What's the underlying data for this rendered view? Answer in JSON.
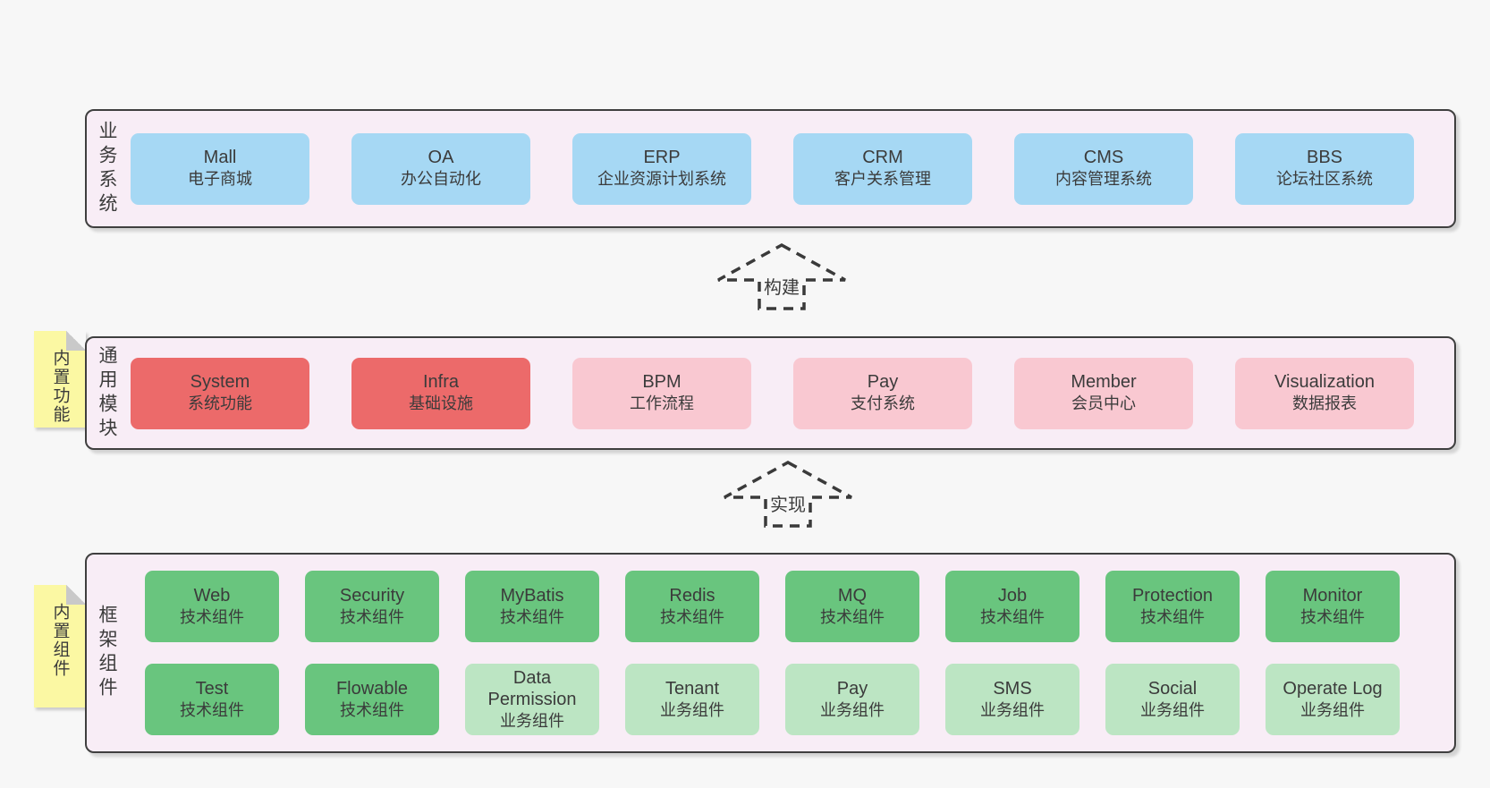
{
  "palette": {
    "page-bg": "#f7f7f7",
    "band-bg": "#f8edf6",
    "band-border": "#3f3f3f",
    "text": "#3b3b3b",
    "box-blue": "#a6d8f4",
    "box-red": "#ec6a6a",
    "box-pink": "#f9c8d1",
    "box-green": "#69c57e",
    "box-green-light": "#bce5c3",
    "sticky-bg": "#fbf8a3",
    "sticky-fold": "#c9c9c9",
    "arrow-stroke": "#3a3a3a"
  },
  "arrows": [
    {
      "label": "构建",
      "direction": "up"
    },
    {
      "label": "实现",
      "direction": "up"
    }
  ],
  "bands": [
    {
      "id": "business-systems",
      "label": "业务系统",
      "sticky": null,
      "rows": [
        [
          {
            "name": "Mall",
            "desc": "电子商城",
            "variant": "blue"
          },
          {
            "name": "OA",
            "desc": "办公自动化",
            "variant": "blue"
          },
          {
            "name": "ERP",
            "desc": "企业资源计划系统",
            "variant": "blue"
          },
          {
            "name": "CRM",
            "desc": "客户关系管理",
            "variant": "blue"
          },
          {
            "name": "CMS",
            "desc": "内容管理系统",
            "variant": "blue"
          },
          {
            "name": "BBS",
            "desc": "论坛社区系统",
            "variant": "blue"
          }
        ]
      ]
    },
    {
      "id": "common-modules",
      "label": "通用模块",
      "sticky": "内置功能",
      "rows": [
        [
          {
            "name": "System",
            "desc": "系统功能",
            "variant": "red"
          },
          {
            "name": "Infra",
            "desc": "基础设施",
            "variant": "red"
          },
          {
            "name": "BPM",
            "desc": "工作流程",
            "variant": "pink"
          },
          {
            "name": "Pay",
            "desc": "支付系统",
            "variant": "pink"
          },
          {
            "name": "Member",
            "desc": "会员中心",
            "variant": "pink"
          },
          {
            "name": "Visualization",
            "desc": "数据报表",
            "variant": "pink"
          }
        ]
      ]
    },
    {
      "id": "framework-components",
      "label": "框架组件",
      "sticky": "内置组件",
      "rows": [
        [
          {
            "name": "Web",
            "desc": "技术组件",
            "variant": "green"
          },
          {
            "name": "Security",
            "desc": "技术组件",
            "variant": "green"
          },
          {
            "name": "MyBatis",
            "desc": "技术组件",
            "variant": "green"
          },
          {
            "name": "Redis",
            "desc": "技术组件",
            "variant": "green"
          },
          {
            "name": "MQ",
            "desc": "技术组件",
            "variant": "green"
          },
          {
            "name": "Job",
            "desc": "技术组件",
            "variant": "green"
          },
          {
            "name": "Protection",
            "desc": "技术组件",
            "variant": "green"
          },
          {
            "name": "Monitor",
            "desc": "技术组件",
            "variant": "green"
          }
        ],
        [
          {
            "name": "Test",
            "desc": "技术组件",
            "variant": "green"
          },
          {
            "name": "Flowable",
            "desc": "技术组件",
            "variant": "green"
          },
          {
            "name": "Data Permission",
            "desc": "业务组件",
            "variant": "green-light"
          },
          {
            "name": "Tenant",
            "desc": "业务组件",
            "variant": "green-light"
          },
          {
            "name": "Pay",
            "desc": "业务组件",
            "variant": "green-light"
          },
          {
            "name": "SMS",
            "desc": "业务组件",
            "variant": "green-light"
          },
          {
            "name": "Social",
            "desc": "业务组件",
            "variant": "green-light"
          },
          {
            "name": "Operate Log",
            "desc": "业务组件",
            "variant": "green-light"
          }
        ]
      ]
    }
  ]
}
